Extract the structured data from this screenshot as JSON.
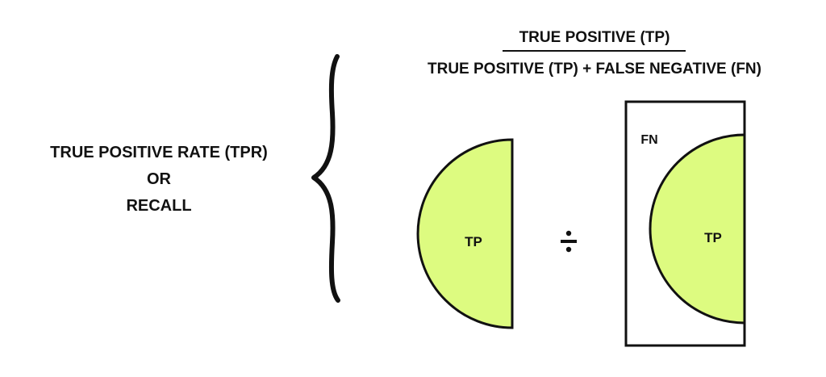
{
  "left_label": {
    "line1": "TRUE POSITIVE RATE (TPR)",
    "line2": "OR",
    "line3": "RECALL"
  },
  "formula": {
    "numerator": "TRUE POSITIVE (TP)",
    "denominator": "TRUE POSITIVE (TP) + FALSE NEGATIVE (FN)"
  },
  "visual": {
    "left_shape_label": "TP",
    "operator": "÷",
    "box_label_fn": "FN",
    "box_shape_label": "TP"
  },
  "colors": {
    "tp_fill": "#DDFB80",
    "stroke": "#111111",
    "background": "#FFFFFF"
  }
}
